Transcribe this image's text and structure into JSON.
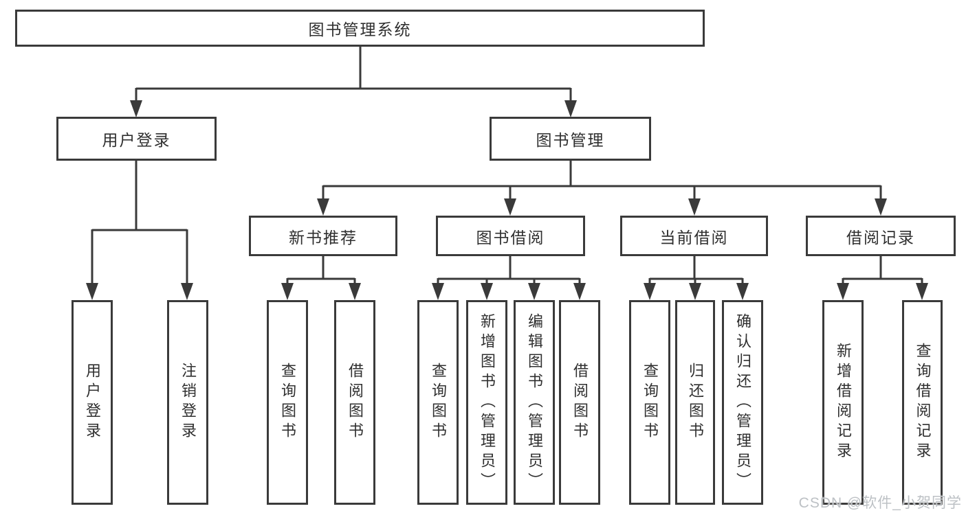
{
  "diagram": {
    "type": "hierarchy-tree",
    "colors": {
      "line": "#3a3a3a",
      "box_border": "#3a3a3a",
      "box_fill": "#ffffff",
      "text": "#2f2f2f",
      "watermark": "#bdc1c5",
      "background": "#ffffff"
    },
    "nodes": {
      "root": "图书管理系统",
      "user_login": "用户登录",
      "book_mgmt": "图书管理",
      "new_book_rec": "新书推荐",
      "book_borrow": "图书借阅",
      "current_borrow": "当前借阅",
      "borrow_records": "借阅记录",
      "leaf_user_login": "用户登录",
      "leaf_logout": "注销登录",
      "leaf_query_books_rec": "查询图书",
      "leaf_borrow_books_rec": "借阅图书",
      "leaf_query_books_bb": "查询图书",
      "leaf_add_books_admin": "新增图书（管理员）",
      "leaf_edit_books_admin": "编辑图书（管理员）",
      "leaf_borrow_books_bb": "借阅图书",
      "leaf_query_books_cur": "查询图书",
      "leaf_return_books": "归还图书",
      "leaf_confirm_return_admin": "确认归还（管理员）",
      "leaf_add_borrow_record": "新增借阅记录",
      "leaf_query_borrow_record": "查询借阅记录"
    },
    "tree": {
      "图书管理系统": {
        "用户登录": [
          "用户登录",
          "注销登录"
        ],
        "图书管理": {
          "新书推荐": [
            "查询图书",
            "借阅图书"
          ],
          "图书借阅": [
            "查询图书",
            "新增图书（管理员）",
            "编辑图书（管理员）",
            "借阅图书"
          ],
          "当前借阅": [
            "查询图书",
            "归还图书",
            "确认归还（管理员）"
          ],
          "借阅记录": [
            "新增借阅记录",
            "查询借阅记录"
          ]
        }
      }
    },
    "watermark": "CSDN @软件_小贺同学"
  }
}
